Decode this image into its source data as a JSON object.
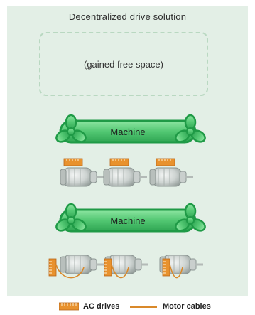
{
  "title": "Decentralized drive solution",
  "free_space_label": "(gained free space)",
  "machines": [
    {
      "label": "Machine"
    },
    {
      "label": "Machine"
    }
  ],
  "legend": {
    "drives_label": "AC drives",
    "cables_label": "Motor cables"
  },
  "colors": {
    "panel": "#e3efe6",
    "machine_fill": "#5fcf7d",
    "machine_outline": "#1f9a46",
    "drive": "#e8922e",
    "cable": "#d9892a",
    "motor": "#cfd4d2"
  }
}
